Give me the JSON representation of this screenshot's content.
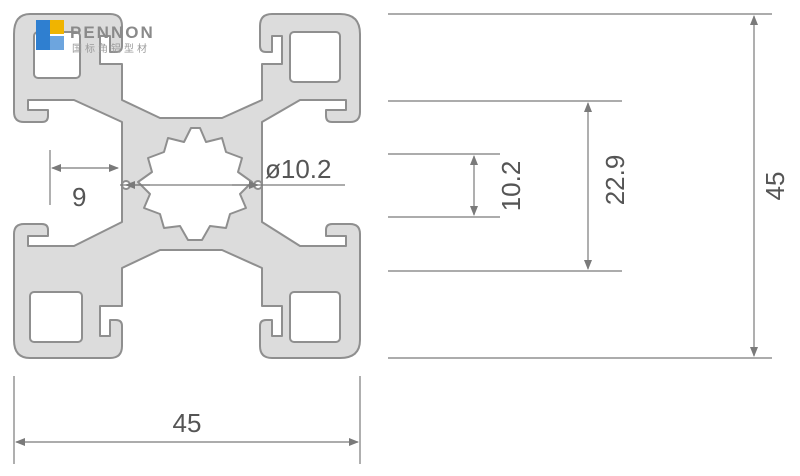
{
  "logo": {
    "brand": "PENNON",
    "tagline": "国标角铝型材",
    "colors": {
      "mark_blue": "#2f7fd0",
      "mark_yellow": "#f0b400",
      "text": "#8a8a8a"
    }
  },
  "dimensions": {
    "slot_offset": "9",
    "center_bore": "ø10.2",
    "inner_height": "10.2",
    "slot_span": "22.9",
    "overall_height": "45",
    "overall_width": "45"
  },
  "colors": {
    "profile_fill": "#dcdcdc",
    "profile_stroke": "#8f8f8f",
    "dimension_line": "#7a7a7a",
    "text": "#555555"
  }
}
